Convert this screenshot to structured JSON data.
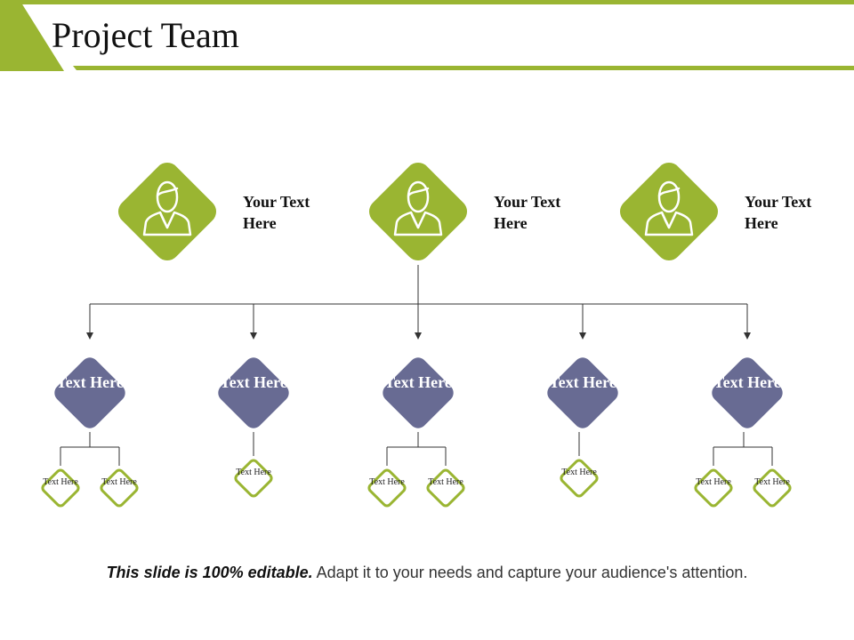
{
  "title": "Project Team",
  "colors": {
    "accent_green": "#9ab532",
    "member_purple": "#686b93",
    "line": "#333333"
  },
  "leaders": [
    {
      "text": "Your Text Here",
      "icon": "person-icon"
    },
    {
      "text": "Your Text Here",
      "icon": "person-icon"
    },
    {
      "text": "Your Text Here",
      "icon": "person-icon"
    }
  ],
  "members": [
    {
      "label": "Text Here",
      "subs": [
        "Text Here",
        "Text Here"
      ]
    },
    {
      "label": "Text Here",
      "subs": [
        "Text Here"
      ]
    },
    {
      "label": "Text Here",
      "subs": [
        "Text Here",
        "Text Here"
      ]
    },
    {
      "label": "Text Here",
      "subs": [
        "Text Here"
      ]
    },
    {
      "label": "Text Here",
      "subs": [
        "Text Here",
        "Text Here"
      ]
    }
  ],
  "footer": {
    "bold": "This slide is 100% editable.",
    "rest": " Adapt it to your needs and capture your audience's attention."
  }
}
